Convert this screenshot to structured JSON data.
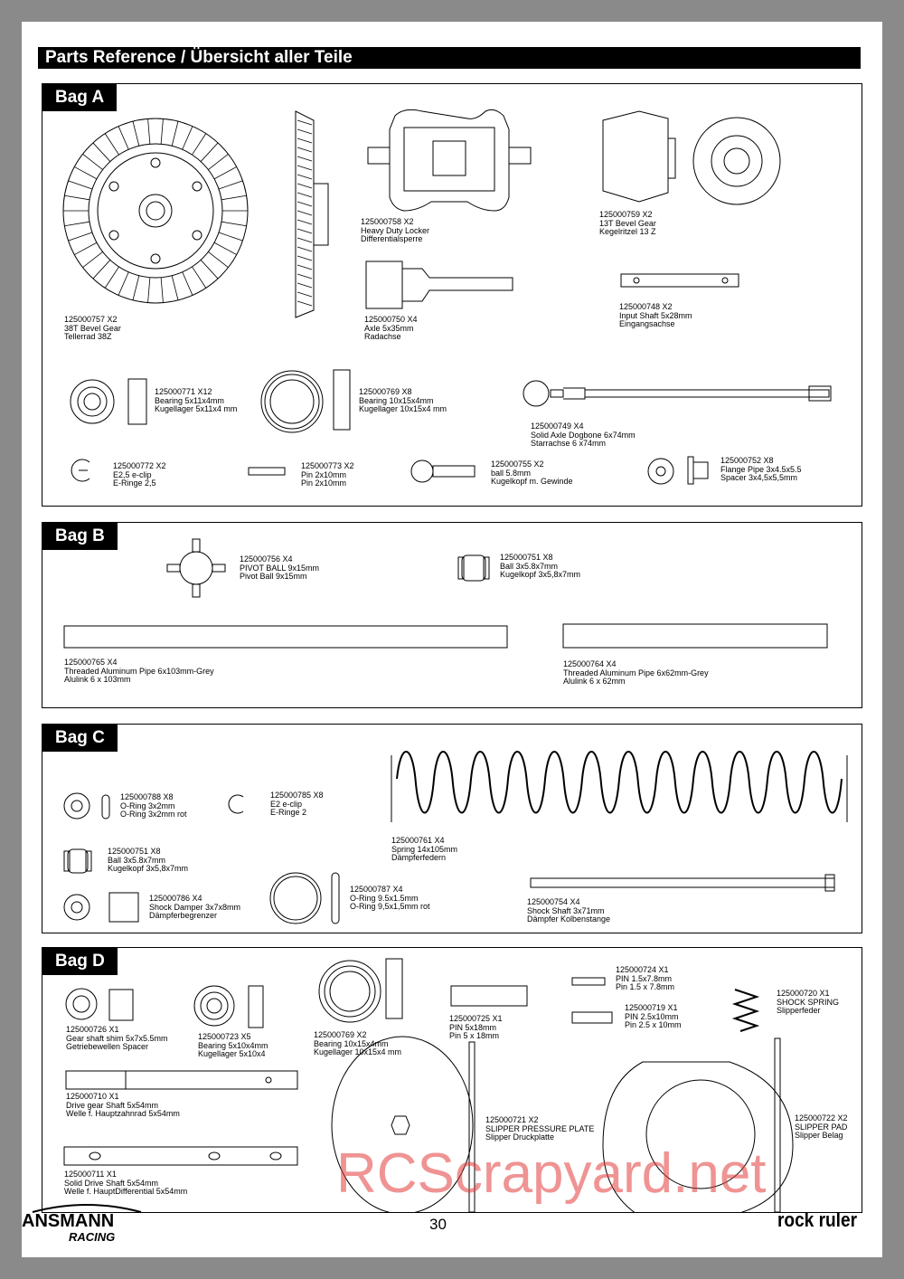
{
  "title": "Parts Reference / Übersicht aller Teile",
  "bags": {
    "a": {
      "label": "Bag A",
      "parts": [
        {
          "l1": "125000757  X2",
          "l2": "38T Bevel Gear",
          "l3": "Tellerrad 38Z"
        },
        {
          "l1": "125000758  X2",
          "l2": "Heavy Duty Locker",
          "l3": "Differentialsperre"
        },
        {
          "l1": "125000759  X2",
          "l2": "13T Bevel Gear",
          "l3": "Kegelritzel 13 Z"
        },
        {
          "l1": "125000750  X4",
          "l2": "Axle 5x35mm",
          "l3": "Radachse"
        },
        {
          "l1": "125000748  X2",
          "l2": "Input Shaft 5x28mm",
          "l3": "Eingangsachse"
        },
        {
          "l1": "125000771  X12",
          "l2": "Bearing 5x11x4mm",
          "l3": "Kugellager 5x11x4 mm"
        },
        {
          "l1": "125000769  X8",
          "l2": "Bearing 10x15x4mm",
          "l3": "Kugellager 10x15x4 mm"
        },
        {
          "l1": "125000749  X4",
          "l2": "Solid Axle Dogbone 6x74mm",
          "l3": "Starrachse 6 x74mm"
        },
        {
          "l1": "125000772  X2",
          "l2": "E2,5 e-clip",
          "l3": "E-Ringe 2,5"
        },
        {
          "l1": "125000773  X2",
          "l2": "Pin 2x10mm",
          "l3": "Pin 2x10mm"
        },
        {
          "l1": "125000755  X2",
          "l2": "ball 5.8mm",
          "l3": "Kugelkopf m. Gewinde"
        },
        {
          "l1": "125000752  X8",
          "l2": "Flange Pipe 3x4.5x5.5",
          "l3": "Spacer 3x4,5x5,5mm"
        }
      ]
    },
    "b": {
      "label": "Bag B",
      "parts": [
        {
          "l1": "125000756  X4",
          "l2": "PIVOT BALL 9x15mm",
          "l3": "Pivot Ball 9x15mm"
        },
        {
          "l1": "125000751  X8",
          "l2": "Ball 3x5.8x7mm",
          "l3": "Kugelkopf 3x5,8x7mm"
        },
        {
          "l1": "125000765  X4",
          "l2": "Threaded Aluminum Pipe 6x103mm-Grey",
          "l3": "Alulink 6 x 103mm"
        },
        {
          "l1": "125000764  X4",
          "l2": "Threaded Aluminum Pipe 6x62mm-Grey",
          "l3": "Alulink 6 x 62mm"
        }
      ]
    },
    "c": {
      "label": "Bag C",
      "parts": [
        {
          "l1": "125000788  X8",
          "l2": "O-Ring 3x2mm",
          "l3": "O-Ring 3x2mm rot"
        },
        {
          "l1": "125000785  X8",
          "l2": "E2 e-clip",
          "l3": "E-Ringe 2"
        },
        {
          "l1": "125000761 X4",
          "l2": "Spring 14x105mm",
          "l3": "Dämpferfedern"
        },
        {
          "l1": "125000751  X8",
          "l2": "Ball 3x5.8x7mm",
          "l3": "Kugelkopf 3x5,8x7mm"
        },
        {
          "l1": "125000786  X4",
          "l2": "Shock Damper 3x7x8mm",
          "l3": "Dämpferbegrenzer"
        },
        {
          "l1": "125000787 X4",
          "l2": "O-Ring 9.5x1.5mm",
          "l3": "O-Ring 9,5x1,5mm rot"
        },
        {
          "l1": "125000754  X4",
          "l2": "Shock Shaft 3x71mm",
          "l3": "Dämpfer Kolbenstange"
        }
      ]
    },
    "d": {
      "label": "Bag D",
      "parts": [
        {
          "l1": "125000726 X1",
          "l2": "Gear shaft shim 5x7x5.5mm",
          "l3": "Getriebewellen Spacer"
        },
        {
          "l1": "125000723 X5",
          "l2": "Bearing 5x10x4mm",
          "l3": "Kugellager 5x10x4"
        },
        {
          "l1": "125000769  X2",
          "l2": "Bearing 10x15x4mm",
          "l3": "Kugellager 10x15x4 mm"
        },
        {
          "l1": "125000725 X1",
          "l2": "PIN 5x18mm",
          "l3": "Pin 5 x 18mm"
        },
        {
          "l1": "125000724 X1",
          "l2": "PIN 1.5x7.8mm",
          "l3": "Pin 1.5 x 7.8mm"
        },
        {
          "l1": "125000719 X1",
          "l2": "PIN 2.5x10mm",
          "l3": "Pin 2.5 x 10mm"
        },
        {
          "l1": "125000720 X1",
          "l2": "SHOCK SPRING",
          "l3": "Slipperfeder"
        },
        {
          "l1": "125000710 X1",
          "l2": "Drive gear Shaft 5x54mm",
          "l3": "Welle f. Hauptzahnrad 5x54mm"
        },
        {
          "l1": "125000721 X2",
          "l2": "SLIPPER PRESSURE PLATE",
          "l3": "Slipper Druckplatte"
        },
        {
          "l1": "125000722 X2",
          "l2": "SLIPPER PAD",
          "l3": "Slipper Belag"
        },
        {
          "l1": "125000711 X1",
          "l2": "Solid Drive Shaft 5x54mm",
          "l3": "Welle f. HauptDifferential 5x54mm"
        }
      ]
    }
  },
  "page_number": "30",
  "brand_left": "ANSMANN",
  "brand_left_sub": "RACING",
  "brand_right": "rock ruler",
  "watermark": "RCScrapyard.net"
}
